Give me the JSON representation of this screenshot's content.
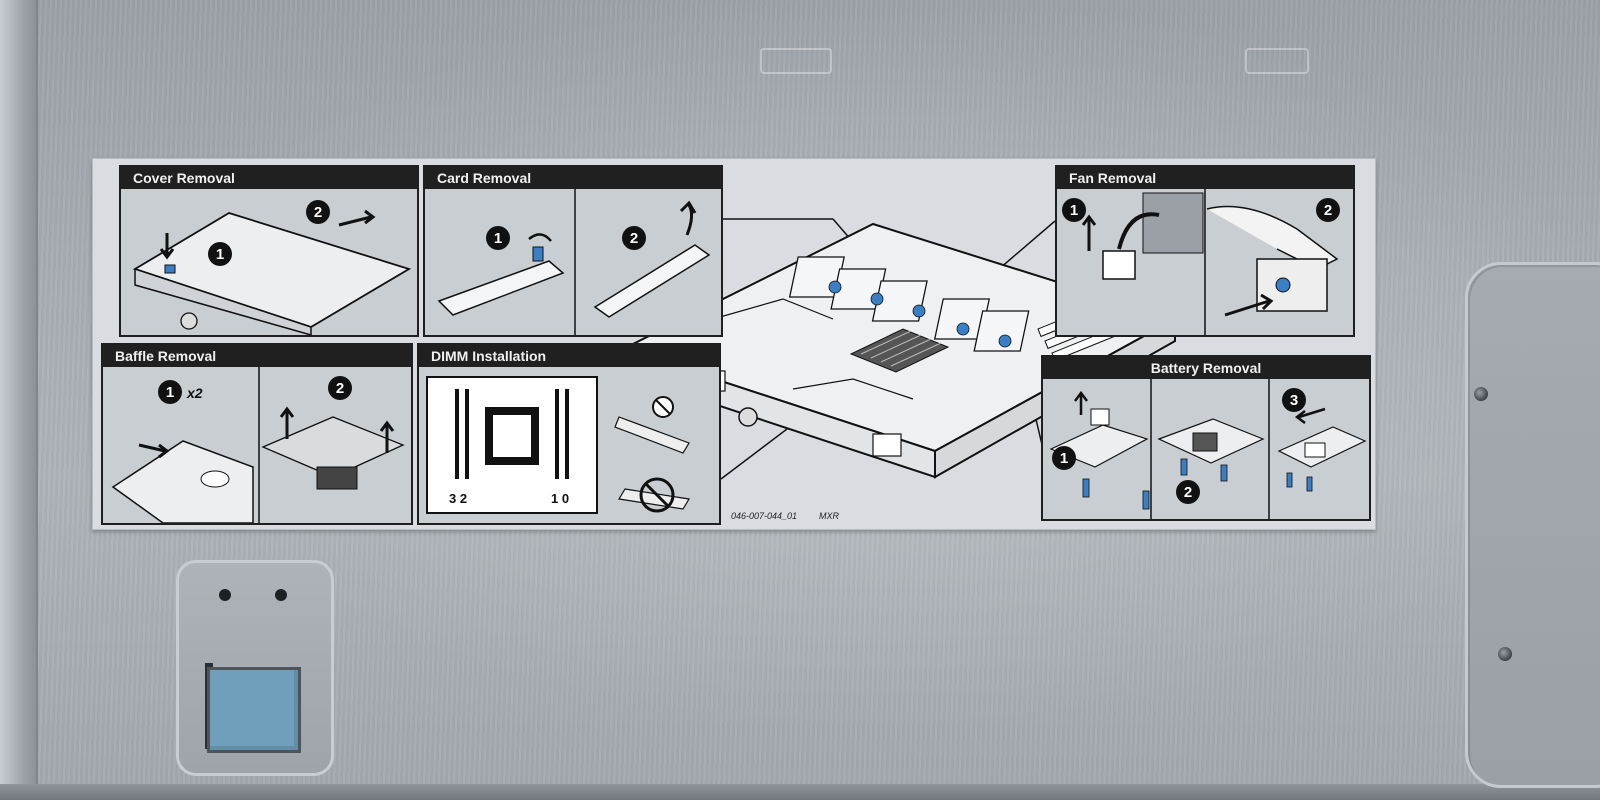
{
  "label": {
    "sections": {
      "cover_removal": "Cover Removal",
      "card_removal": "Card Removal",
      "fan_removal": "Fan Removal",
      "baffle_removal": "Baffle Removal",
      "dimm_installation": "DIMM Installation",
      "battery_removal": "Battery Removal"
    },
    "steps": {
      "one": "1",
      "two": "2",
      "three": "3"
    },
    "baffle_multiplier": "x2",
    "dimm_slot_numbers": {
      "left": "3 2",
      "right": "1 0"
    },
    "document_number": "046-007-044_01",
    "mark": "MXR"
  },
  "colors": {
    "label_background": "#d9dde1",
    "panel_background": "#c9ced3",
    "header_background": "#202020",
    "accent_blue": "#3a7fc4",
    "chassis_metal": "#a7adb3"
  }
}
